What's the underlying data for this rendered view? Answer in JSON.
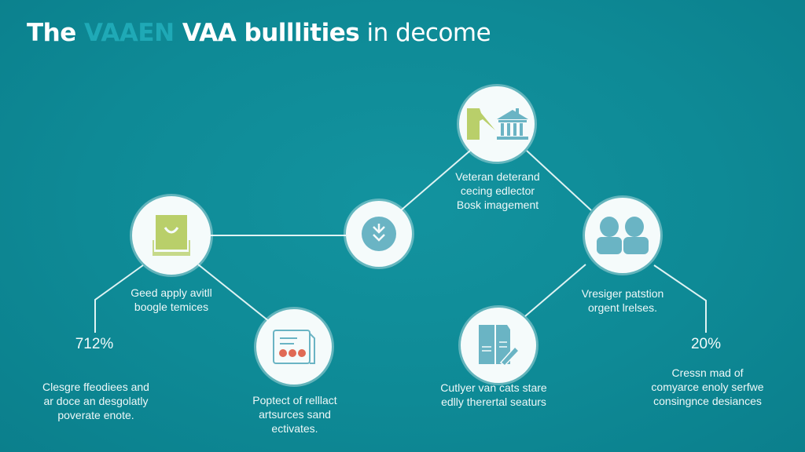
{
  "title": {
    "part1": "The ",
    "highlight": "VAAEN",
    "part2": " VAA bulllities",
    "part3": " in decome"
  },
  "colors": {
    "background": "#0e8a96",
    "node_fill": "#f5fbfb",
    "icon_green": "#b9cf6a",
    "icon_teal": "#6ab4c4",
    "icon_red": "#e06a55",
    "line": "#dff3f3"
  },
  "nodes": [
    {
      "id": "left",
      "icon": "shopping-bag-icon",
      "label_lines": [
        "Geed apply avitll",
        "boogle temices"
      ]
    },
    {
      "id": "center",
      "icon": "double-chevron-down-icon",
      "label_lines": []
    },
    {
      "id": "top",
      "icon": "bank-building-icon",
      "label_lines": [
        "Veteran deterand",
        "cecing edlector",
        "Bosk imagement"
      ]
    },
    {
      "id": "right",
      "icon": "users-icon",
      "label_lines": [
        "Vresiger patstion",
        "orgent lrelses."
      ]
    },
    {
      "id": "bottom-left",
      "icon": "document-icon",
      "label_lines": [
        "Poptect of relllact",
        "artsurces sand",
        "ectivates."
      ]
    },
    {
      "id": "bottom-right",
      "icon": "notebook-pen-icon",
      "label_lines": [
        "Cutlyer van cats stare",
        "edlly therertal seaturs"
      ]
    }
  ],
  "stats": [
    {
      "value": "712%",
      "desc_lines": [
        "Clesgre ffeodiees and",
        "ar doce an desgolatly",
        "poverate enote."
      ]
    },
    {
      "value": "20%",
      "desc_lines": [
        "Cressn mad of",
        "comyarce enoly serfwe",
        "consingnce desiances"
      ]
    }
  ]
}
